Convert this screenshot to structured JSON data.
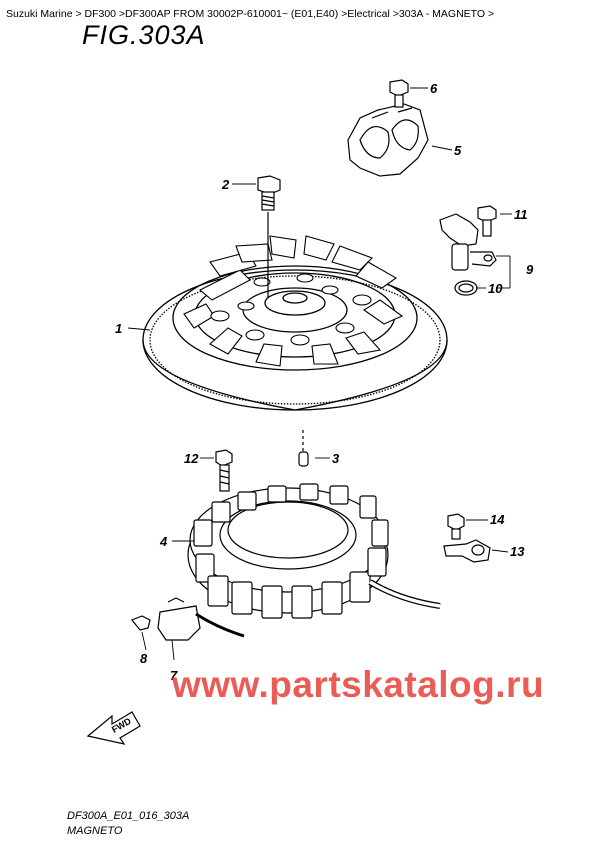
{
  "breadcrumb": "Suzuki Marine > DF300 >DF300AP FROM 30002P-610001~ (E01,E40) >Electrical >303A - MAGNETO >",
  "figure_title": "FIG.303A",
  "watermark": "www.partskatalog.ru",
  "footer": {
    "code": "DF300A_E01_016_303A",
    "name": "MAGNETO"
  },
  "fwd_label": "FWD",
  "callouts": {
    "c1": "1",
    "c2": "2",
    "c3": "3",
    "c4": "4",
    "c5": "5",
    "c6": "6",
    "c7": "7",
    "c8": "8",
    "c9": "9",
    "c10": "10",
    "c11": "11",
    "c12": "12",
    "c13": "13",
    "c14": "14"
  }
}
